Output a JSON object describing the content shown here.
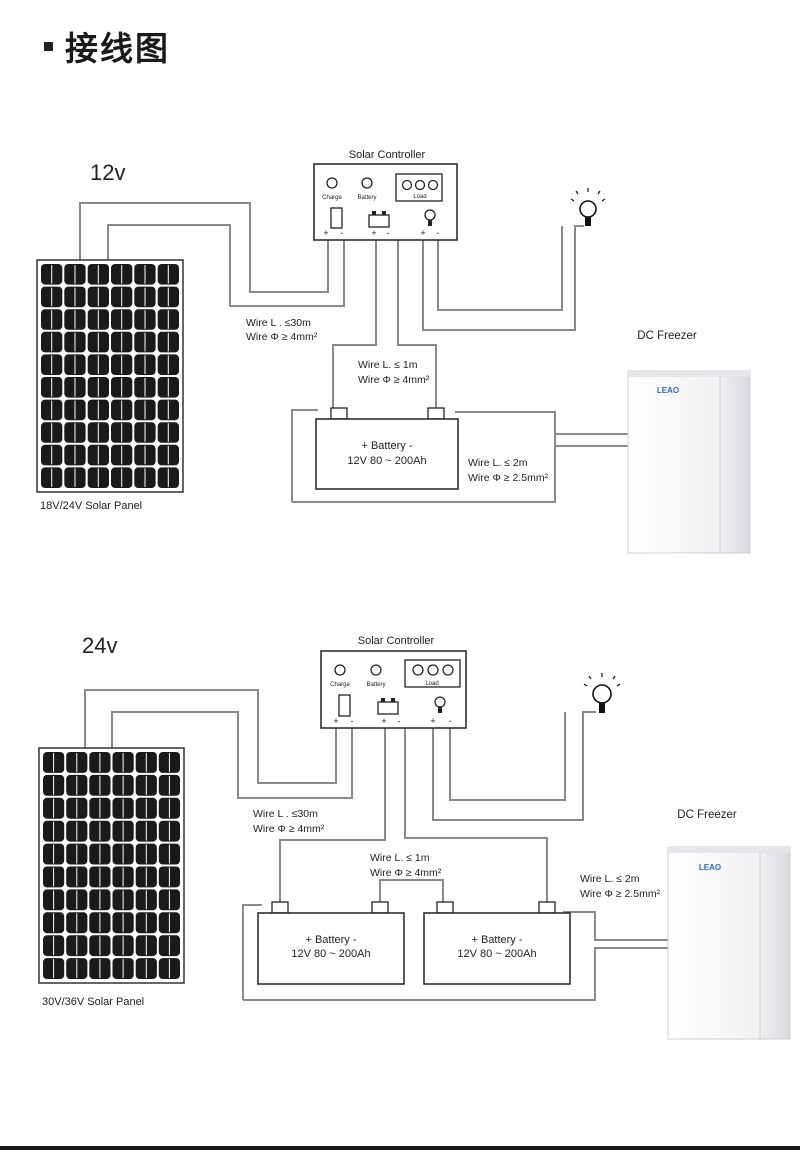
{
  "page": {
    "title": "接线图"
  },
  "diagrams": [
    {
      "voltage": "12v",
      "controller": {
        "title": "Solar Controller",
        "charge": "Charge",
        "battery": "Battery",
        "load": "Load"
      },
      "panel_label": "18V/24V Solar Panel",
      "freezer_label": "DC Freezer",
      "freezer_logo": "LEAO",
      "wire_panel": [
        "Wire L . ≤30m",
        "Wire Φ  ≥ 4mm²"
      ],
      "wire_battery": [
        "Wire L.  ≤ 1m",
        "Wire Φ  ≥ 4mm²"
      ],
      "wire_freezer": [
        "Wire L.  ≤ 2m",
        "Wire Φ  ≥ 2.5mm²"
      ],
      "batteries": [
        {
          "line1": "+  Battery  -",
          "line2": "12V 80 ~ 200Ah"
        }
      ]
    },
    {
      "voltage": "24v",
      "controller": {
        "title": "Solar Controller",
        "charge": "Charge",
        "battery": "Battery",
        "load": "Load"
      },
      "panel_label": "30V/36V Solar Panel",
      "freezer_label": "DC Freezer",
      "freezer_logo": "LEAO",
      "wire_panel": [
        "Wire L . ≤30m",
        "Wire Φ  ≥ 4mm²"
      ],
      "wire_battery": [
        "Wire L.  ≤ 1m",
        "Wire Φ  ≥ 4mm²"
      ],
      "wire_freezer": [
        "Wire L.  ≤ 2m",
        "Wire Φ  ≥ 2.5mm²"
      ],
      "batteries": [
        {
          "line1": "+  Battery  -",
          "line2": "12V 80 ~ 200Ah"
        },
        {
          "line1": "+  Battery  -",
          "line2": "12V 80 ~ 200Ah"
        }
      ]
    }
  ],
  "colors": {
    "wire": "#8a8a8a",
    "panel_cell": "#1a1a1a",
    "freezer_body": "#f2f2f4",
    "freezer_logo": "#2f6fb3"
  }
}
